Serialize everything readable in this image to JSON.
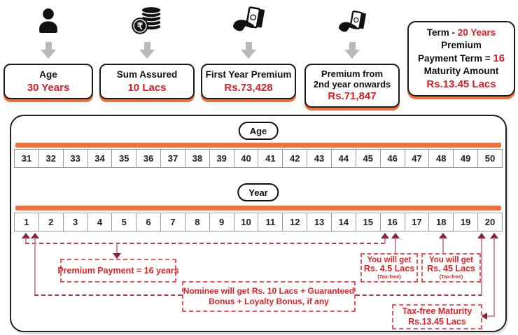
{
  "top": {
    "cards": [
      {
        "icon": "person-icon",
        "title": "Age",
        "value": "30 Years"
      },
      {
        "icon": "rupee-coins-icon",
        "title": "Sum Assured",
        "value": "10 Lacs"
      },
      {
        "icon": "hand-money-icon",
        "title": "First Year Premium",
        "value": "Rs.73,428"
      },
      {
        "icon": "hand-money-icon",
        "title": "Premium from",
        "title2": "2nd year onwards",
        "value": "Rs.71,847"
      }
    ],
    "summary": {
      "term_label": "Term -",
      "term_value": "20 Years",
      "line2": "Premium",
      "payment_label": "Payment Term = ",
      "payment_value": "16",
      "line4": "Maturity Amount",
      "maturity_value": "Rs.13.45 Lacs"
    }
  },
  "timeline": {
    "age_label": "Age",
    "ages": [
      "31",
      "32",
      "33",
      "34",
      "35",
      "36",
      "37",
      "38",
      "39",
      "40",
      "41",
      "42",
      "43",
      "44",
      "45",
      "46",
      "47",
      "48",
      "49",
      "50"
    ],
    "year_label": "Year",
    "years": [
      "1",
      "2",
      "3",
      "4",
      "5",
      "6",
      "7",
      "8",
      "9",
      "10",
      "11",
      "12",
      "13",
      "14",
      "15",
      "16",
      "17",
      "18",
      "19",
      "20"
    ]
  },
  "annotations": {
    "premium_payment": "Premium Payment = 16 years",
    "nominee_line1": "Nominee will get Rs. 10 Lacs + Guaranteed",
    "nominee_line2": "Bonus + Loyalty Bonus, if any",
    "benefit_year16": {
      "line1": "You will get",
      "line2": "Rs. 4.5 Lacs",
      "note": "(Tax-free)"
    },
    "benefit_year18": {
      "line1": "You will get",
      "line2": "Rs. 45 Lacs",
      "note": "(Tax-free)"
    },
    "maturity": {
      "line1": "Tax-free Maturity",
      "line2": "Rs.13.45 Lacs"
    }
  },
  "colors": {
    "accent_orange": "#f2703d",
    "value_red": "#d81f26",
    "annotation_red": "#e02227",
    "annotation_border_red": "#e8585c",
    "connector_dash_crimson": "#c2355b",
    "connector_stem_rose": "#d48e9e",
    "arrowhead_maroon": "#8e2138",
    "gray_arrow": "#b9b9b9"
  }
}
